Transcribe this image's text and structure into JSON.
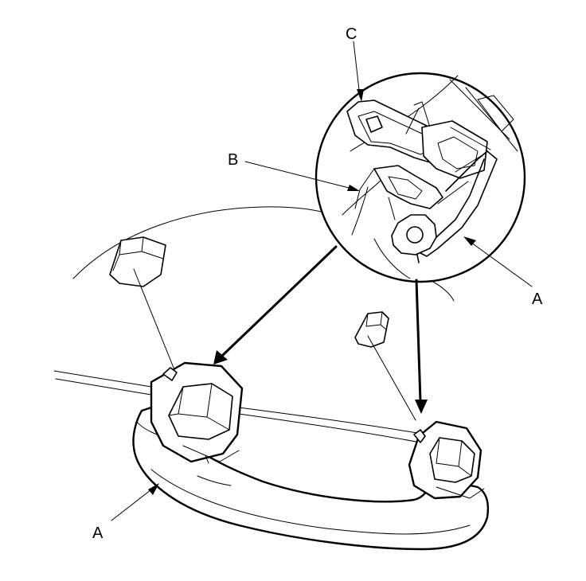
{
  "callouts": {
    "a_top": "A",
    "a_bottom": "A",
    "b": "B",
    "c": "C"
  },
  "colors": {
    "ink": "#000000",
    "paper": "#ffffff"
  }
}
